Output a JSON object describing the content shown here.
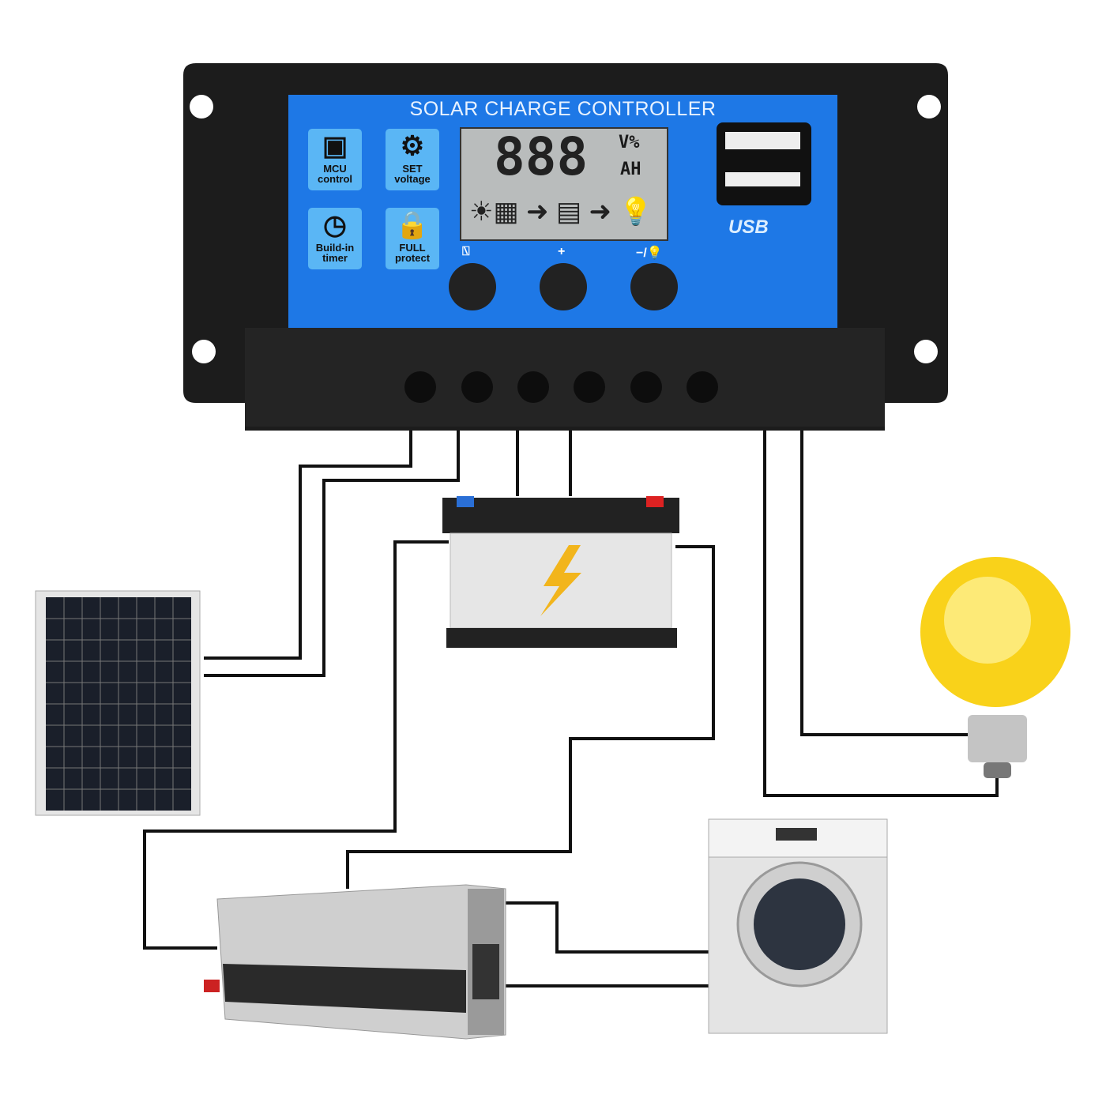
{
  "controller": {
    "title": "SOLAR CHARGE CONTROLLER",
    "features": [
      {
        "label_1": "MCU",
        "label_2": "control",
        "icon": "chip-icon"
      },
      {
        "label_1": "SET",
        "label_2": "voltage",
        "icon": "gear-icon"
      },
      {
        "label_1": "Build-in",
        "label_2": "timer",
        "icon": "clock-icon"
      },
      {
        "label_1": "FULL",
        "label_2": "protect",
        "icon": "lock-icon"
      }
    ],
    "lcd": {
      "digits": "888",
      "unit_1": "V%",
      "unit_2": "AH"
    },
    "usb_label": "USB",
    "buttons": [
      {
        "icon": "menu-icon",
        "label": "⍂"
      },
      {
        "icon": "plus-icon",
        "label": "+"
      },
      {
        "icon": "minus-light-icon",
        "label": "−/💡"
      }
    ],
    "colors": {
      "panel": "#1e78e6",
      "body": "#1c1c1c",
      "lcd": "#b9bcbc",
      "wire": "#111111"
    }
  },
  "components": [
    "solar-panel",
    "battery",
    "light-bulb",
    "inverter",
    "washing-machine"
  ]
}
